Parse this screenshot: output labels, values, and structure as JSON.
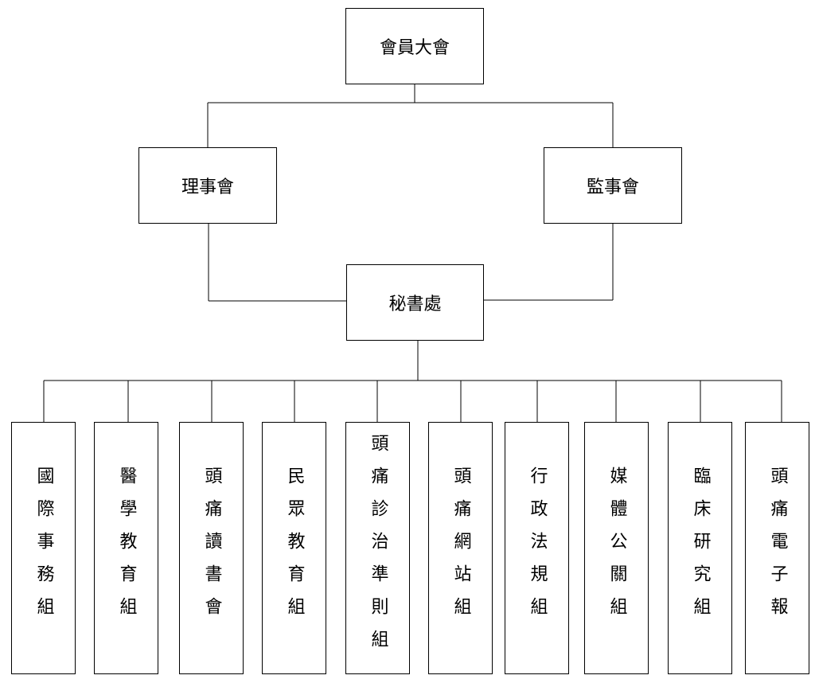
{
  "top": "會員大會",
  "board": "理事會",
  "supervisors": "監事會",
  "secretariat": "秘書處",
  "groups": [
    "國際事務組",
    "醫學教育組",
    "頭痛讀書會",
    "民眾教育組",
    "頭痛診治準則組",
    "頭痛網站組",
    "行政法規組",
    "媒體公關組",
    "臨床研究組",
    "頭痛電子報"
  ]
}
